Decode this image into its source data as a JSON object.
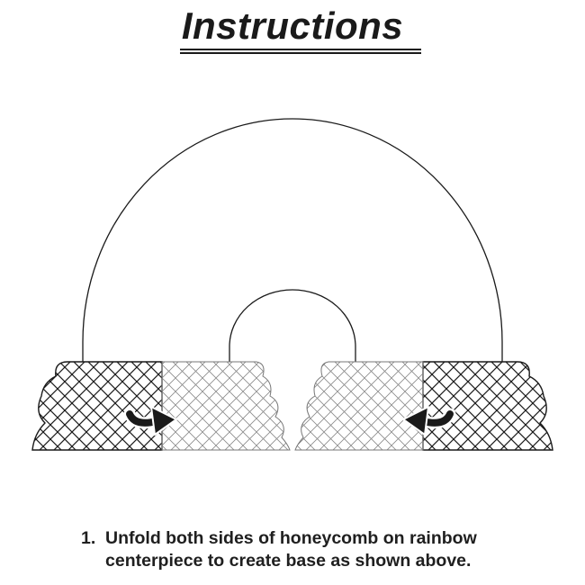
{
  "page": {
    "title": "Instructions"
  },
  "diagram": {
    "subject": "rainbow centerpiece with unfolded honeycomb base",
    "arrows": [
      "arrow-left-unfold",
      "arrow-right-unfold"
    ],
    "colors": {
      "ink": "#1a1a1a",
      "background": "#ffffff"
    }
  },
  "steps": [
    {
      "number": "1.",
      "text": "Unfold both sides of honeycomb on rainbow centerpiece to create base as shown above."
    }
  ]
}
